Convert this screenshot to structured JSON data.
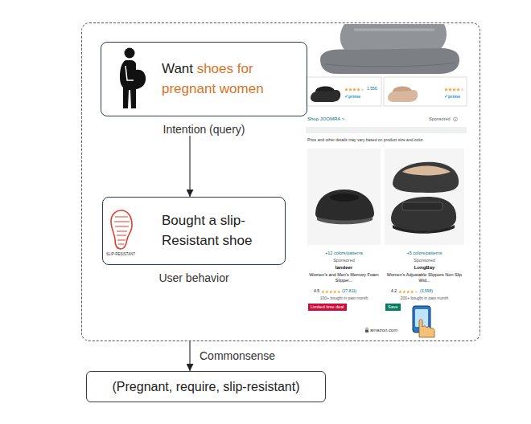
{
  "diagram": {
    "nodes": [
      {
        "text": [
          "1,556",
          "✓prime",
          "✓prime",
          "Shop JOOMRA >",
          "Sponsored",
          "Price and other details may vary based on product size and color.",
          "+12 colors/patterns",
          "Sponsored",
          "Iandeer",
          "Women's and Men's Memory Foam Slipper...",
          "4.5",
          "(27,811)",
          "100+ bought in past month",
          "Limited time deal",
          "+5 colors/patterns",
          "Sponsored",
          "LongBay",
          "Women's Adjustable Slippers Non Slip Wid...",
          "4.2",
          "(3,598)",
          "200+ bought in past month",
          "Save",
          "amazon.com"
        ]
      },
      {
        "text": [
          "Want",
          "shoes for pregnant women",
          "Intention (query)"
        ],
        "in": 0
      },
      {
        "text": [
          "Bought a slip-Resistant shoe",
          "User behavior"
        ],
        "in": 0
      },
      {
        "text": [
          "(Pregnant, require, slip-resistant)"
        ]
      }
    ],
    "edges": [
      {
        "from": 1,
        "to": 2,
        "arrow": "to"
      },
      {
        "from": 0,
        "to": 3,
        "label": "Commonsense",
        "arrow": "to"
      }
    ],
    "labels": [
      "SLIP-RESISTANT"
    ]
  }
}
